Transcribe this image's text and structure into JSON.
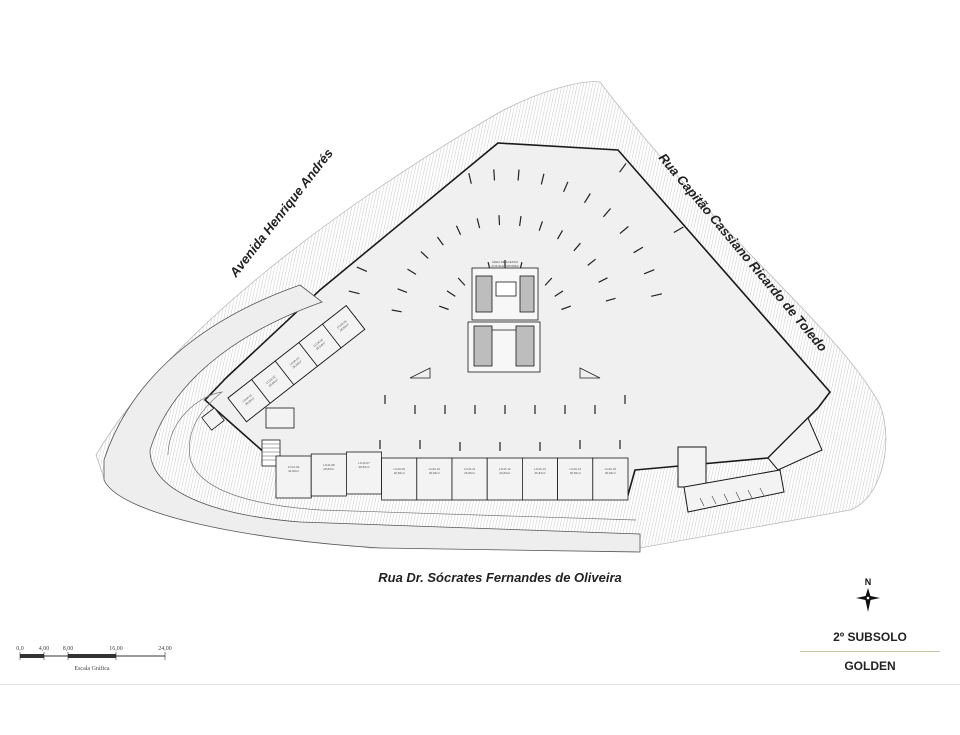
{
  "streets": {
    "west": "Avenida Henrique Andrés",
    "east": "Rua Capitão Cassiano Ricardo de Toledo",
    "south": "Rua Dr. Sócrates Fernandes de Oliveira"
  },
  "core_label": [
    "ÁREA DE ACESSO",
    "AOS ELEVADORES"
  ],
  "stores_diagonal": [
    {
      "name": "LOJA 05",
      "area": "26,84m²"
    },
    {
      "name": "LOJA 04",
      "area": "26,84m²"
    },
    {
      "name": "LOJA 03",
      "area": "26,84m²"
    },
    {
      "name": "LOJA 02",
      "area": "26,84m²"
    },
    {
      "name": "LOJA 01",
      "area": "36,89m²"
    }
  ],
  "stores_row": [
    {
      "name": "LOJA 09",
      "area": "34,84m²"
    },
    {
      "name": "LOJA 08",
      "area": "28,84m²"
    },
    {
      "name": "LOJA 07",
      "area": "28,84m²"
    },
    {
      "name": "LOJA 06",
      "area": "26,84m²"
    },
    {
      "name": "LOJA 10",
      "area": "26,84m²"
    },
    {
      "name": "LOJA 11",
      "area": "26,84m²"
    },
    {
      "name": "LOJA 12",
      "area": "26,84m²"
    },
    {
      "name": "LOJA 13",
      "area": "26,84m²"
    },
    {
      "name": "LOJA 14",
      "area": "30,84m²"
    },
    {
      "name": "LOJA 15",
      "area": "30,84m²"
    }
  ],
  "scale_bar": {
    "ticks": [
      "0,0",
      "4,00",
      "8,00",
      "16,00",
      "24,00"
    ],
    "caption": "Escala Gráfica"
  },
  "north": "N",
  "title_block": {
    "level": "2º SUBSOLO",
    "project": "GOLDEN"
  },
  "colors": {
    "floor": "#f0f0f0",
    "line": "#1a1a1a",
    "hatch": "#9a9a9a",
    "core": "#bdbdbd"
  }
}
